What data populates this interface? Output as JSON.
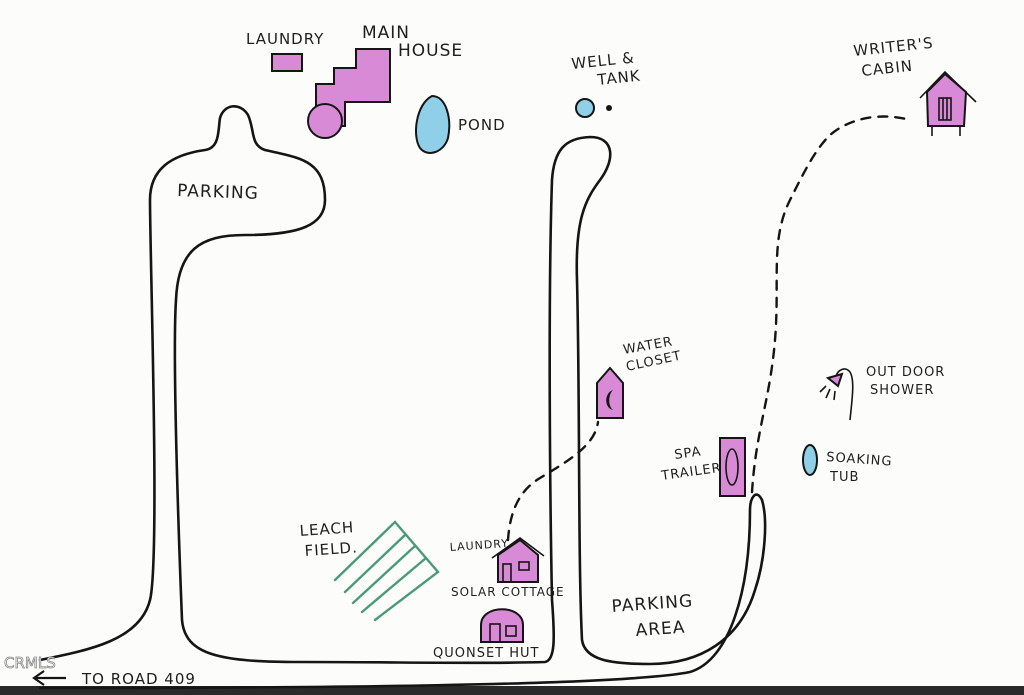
{
  "labels": {
    "laundry_top": "LAUNDRY",
    "main": "MAIN",
    "house": "HOUSE",
    "pond": "POND",
    "well": "WELL &",
    "tank": "TANK",
    "writers": "WRITER'S",
    "cabin": "CABIN",
    "parking": "PARKING",
    "water": "WATER",
    "closet": "CLOSET",
    "out_door": "OUT DOOR",
    "shower": "SHOWER",
    "spa": "SPA",
    "trailer": "TRAILER",
    "soaking": "SOAKING",
    "tub": "TUB",
    "leach": "LEACH",
    "field": "FIELD.",
    "laundry_small": "LAUNDRY",
    "solar_cottage": "SOLAR COTTAGE",
    "quonset_hut": "QUONSET HUT",
    "parking_area_1": "PARKING",
    "parking_area_2": "AREA",
    "to_road": "TO ROAD 409",
    "watermark": "CRMLS"
  },
  "colors": {
    "building": "#d98ad6",
    "water": "#8fd0e8",
    "leach": "#4a9a7a",
    "ink": "#151515"
  },
  "icons": {
    "arrow": "left-arrow-icon",
    "moon": "crescent-moon-icon",
    "shower": "shower-head-icon"
  }
}
